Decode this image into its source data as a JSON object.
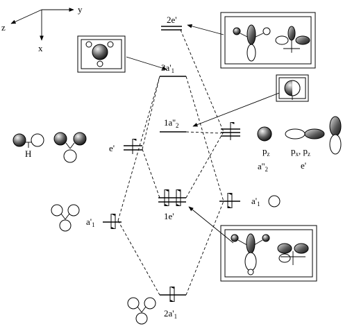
{
  "axes": {
    "x": "x",
    "y": "y",
    "z": "z"
  },
  "labels": {
    "level_2e": "2e'",
    "level_3a1": "3a'",
    "level_3a1_sub": "1",
    "level_1a2": "1a''",
    "level_1a2_sub": "2",
    "level_1e": "1e'",
    "level_2a1": "2a'",
    "level_2a1_sub": "1",
    "left_e": "e'",
    "left_a1": "a'",
    "left_a1_sub": "1",
    "right_a1": "a'",
    "right_a1_sub": "1",
    "h_atom": "H",
    "pz": "p",
    "pz_sub": "z",
    "pxpz_1": "p",
    "pxpz_1_sub": "x",
    "pxpz_sep": ", p",
    "pxpz_2_sub": "z",
    "a2_label": "a''",
    "a2_sub": "2",
    "e_label": "e'"
  }
}
